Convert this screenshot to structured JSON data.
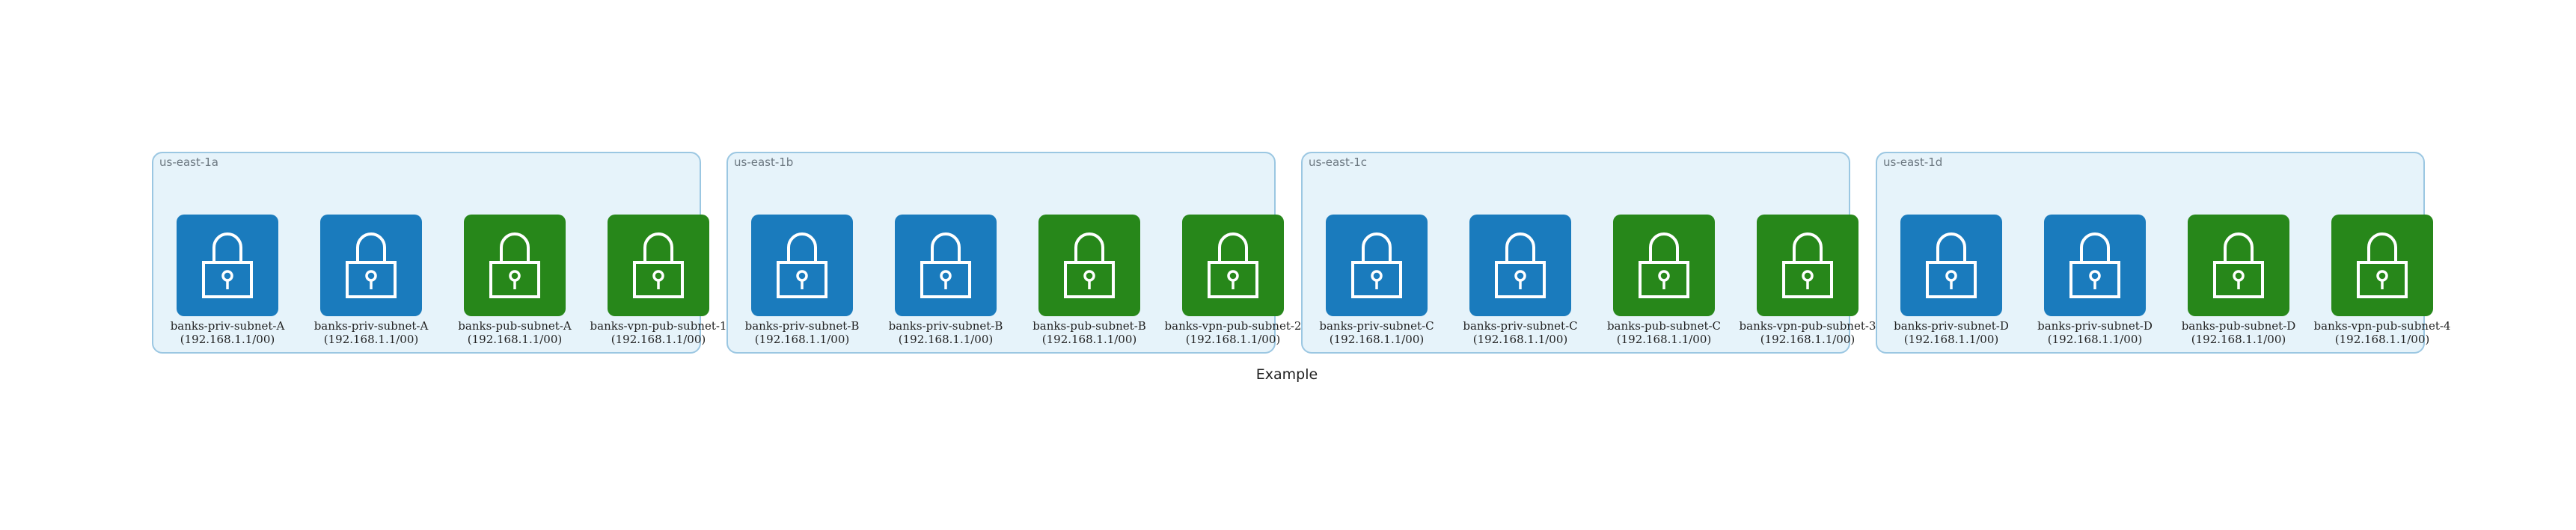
{
  "diagram": {
    "caption": "Example",
    "colors": {
      "private_subnet": "#1a7bbd",
      "public_subnet": "#27871a",
      "zone_fill": "#e6f3fa",
      "zone_border": "#9bc7e2"
    },
    "zones": [
      {
        "label": "us-east-1a",
        "subnets": [
          {
            "name": "banks-priv-subnet-A",
            "cidr": "(192.168.1.1/00)",
            "kind": "private",
            "icon": "lock-icon"
          },
          {
            "name": "banks-priv-subnet-A",
            "cidr": "(192.168.1.1/00)",
            "kind": "private",
            "icon": "lock-icon"
          },
          {
            "name": "banks-pub-subnet-A",
            "cidr": "(192.168.1.1/00)",
            "kind": "public",
            "icon": "lock-icon"
          },
          {
            "name": "banks-vpn-pub-subnet-1",
            "cidr": "(192.168.1.1/00)",
            "kind": "public",
            "icon": "lock-icon"
          }
        ]
      },
      {
        "label": "us-east-1b",
        "subnets": [
          {
            "name": "banks-priv-subnet-B",
            "cidr": "(192.168.1.1/00)",
            "kind": "private",
            "icon": "lock-icon"
          },
          {
            "name": "banks-priv-subnet-B",
            "cidr": "(192.168.1.1/00)",
            "kind": "private",
            "icon": "lock-icon"
          },
          {
            "name": "banks-pub-subnet-B",
            "cidr": "(192.168.1.1/00)",
            "kind": "public",
            "icon": "lock-icon"
          },
          {
            "name": "banks-vpn-pub-subnet-2",
            "cidr": "(192.168.1.1/00)",
            "kind": "public",
            "icon": "lock-icon"
          }
        ]
      },
      {
        "label": "us-east-1c",
        "subnets": [
          {
            "name": "banks-priv-subnet-C",
            "cidr": "(192.168.1.1/00)",
            "kind": "private",
            "icon": "lock-icon"
          },
          {
            "name": "banks-priv-subnet-C",
            "cidr": "(192.168.1.1/00)",
            "kind": "private",
            "icon": "lock-icon"
          },
          {
            "name": "banks-pub-subnet-C",
            "cidr": "(192.168.1.1/00)",
            "kind": "public",
            "icon": "lock-icon"
          },
          {
            "name": "banks-vpn-pub-subnet-3",
            "cidr": "(192.168.1.1/00)",
            "kind": "public",
            "icon": "lock-icon"
          }
        ]
      },
      {
        "label": "us-east-1d",
        "subnets": [
          {
            "name": "banks-priv-subnet-D",
            "cidr": "(192.168.1.1/00)",
            "kind": "private",
            "icon": "lock-icon"
          },
          {
            "name": "banks-priv-subnet-D",
            "cidr": "(192.168.1.1/00)",
            "kind": "private",
            "icon": "lock-icon"
          },
          {
            "name": "banks-pub-subnet-D",
            "cidr": "(192.168.1.1/00)",
            "kind": "public",
            "icon": "lock-icon"
          },
          {
            "name": "banks-vpn-pub-subnet-4",
            "cidr": "(192.168.1.1/00)",
            "kind": "public",
            "icon": "lock-icon"
          }
        ]
      }
    ]
  }
}
